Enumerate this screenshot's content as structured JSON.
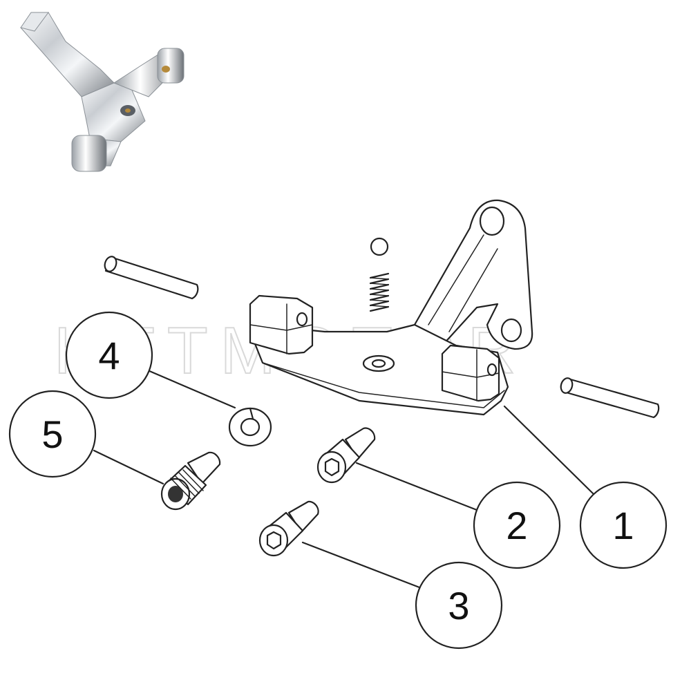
{
  "watermark": "HTTMOTOR",
  "callouts": [
    {
      "id": "1",
      "label": "1"
    },
    {
      "id": "2",
      "label": "2"
    },
    {
      "id": "3",
      "label": "3"
    },
    {
      "id": "4",
      "label": "4"
    },
    {
      "id": "5",
      "label": "5"
    }
  ],
  "colors": {
    "ink": "#222222",
    "watermark": "#d9d9d9",
    "chrome_light": "#f2f4f6",
    "chrome_dark": "#6f747a"
  }
}
